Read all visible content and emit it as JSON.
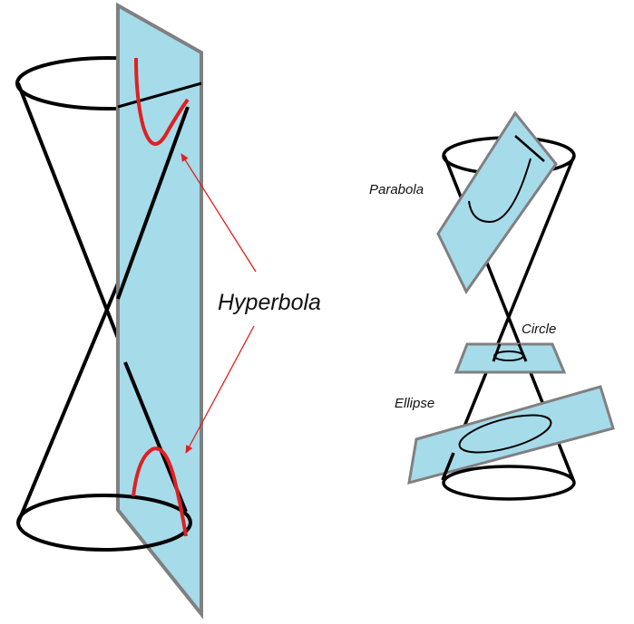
{
  "labels": {
    "hyperbola": "Hyperbola",
    "parabola": "Parabola",
    "circle": "Circle",
    "ellipse": "Ellipse"
  },
  "colors": {
    "plane_fill": "#a6dbea",
    "plane_edge": "#808080",
    "cone_line": "#000000",
    "curve": "#e02020",
    "arrow": "#e02020",
    "background": "#ffffff"
  }
}
